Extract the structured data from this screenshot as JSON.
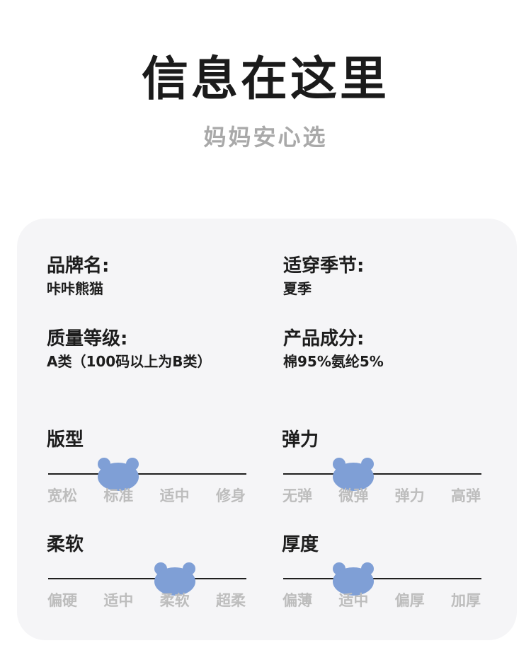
{
  "header": {
    "title": "信息在这里",
    "subtitle": "妈妈安心选"
  },
  "info": [
    {
      "label": "品牌名:",
      "value": "咔咔熊猫"
    },
    {
      "label": "适穿季节:",
      "value": "夏季"
    },
    {
      "label": "质量等级:",
      "value": "A类（100码以上为B类）"
    },
    {
      "label": "产品成分:",
      "value": "棉95%氨纶5%"
    }
  ],
  "scales": [
    {
      "label": "版型",
      "options": [
        "宽松",
        "标准",
        "适中",
        "修身"
      ],
      "selected_index": 1
    },
    {
      "label": "弹力",
      "options": [
        "无弹",
        "微弹",
        "弹力",
        "高弹"
      ],
      "selected_index": 1
    },
    {
      "label": "柔软",
      "options": [
        "偏硬",
        "适中",
        "柔软",
        "超柔"
      ],
      "selected_index": 2
    },
    {
      "label": "厚度",
      "options": [
        "偏薄",
        "适中",
        "偏厚",
        "加厚"
      ],
      "selected_index": 1
    }
  ],
  "colors": {
    "marker": "#7f9fd6",
    "option_text": "#bdbdbd",
    "card_bg": "#f5f5f7"
  },
  "marker_icon": "bear-head-icon"
}
